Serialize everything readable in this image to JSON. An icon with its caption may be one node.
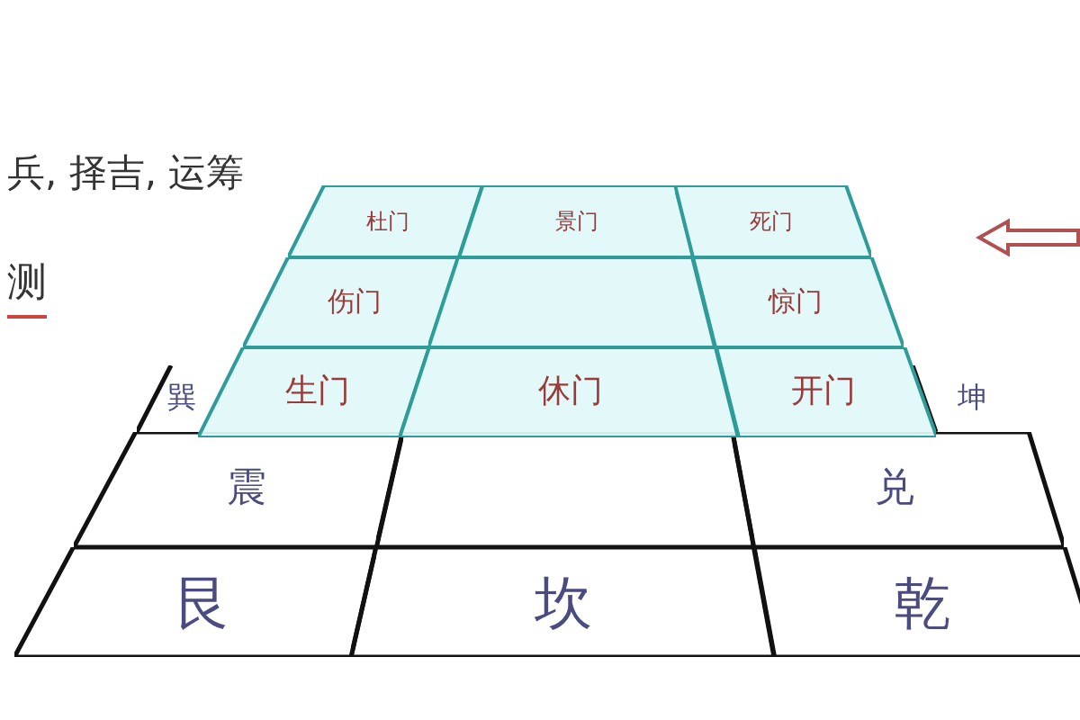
{
  "diagram": {
    "nodes": [
      {
        "text": [
          "杜门"
        ]
      },
      {
        "text": [
          "景门"
        ]
      },
      {
        "text": [
          "死门"
        ]
      },
      {
        "text": [
          "伤门"
        ]
      },
      {
        "text": [],
        "shape": "box"
      },
      {
        "text": [
          "惊门"
        ]
      },
      {
        "text": [
          "生门"
        ]
      },
      {
        "text": [
          "休门"
        ]
      },
      {
        "text": [
          "开门"
        ]
      },
      {
        "text": [
          "巽"
        ]
      },
      {
        "text": [
          "坤"
        ]
      },
      {
        "text": [
          "震"
        ]
      },
      {
        "text": [],
        "shape": "box"
      },
      {
        "text": [
          "兑"
        ]
      },
      {
        "text": [
          "艮"
        ]
      },
      {
        "text": [
          "坎"
        ]
      },
      {
        "text": [
          "乾"
        ]
      }
    ],
    "edges": [],
    "labels": [
      "兵, 择吉, 运筹",
      "测"
    ]
  }
}
